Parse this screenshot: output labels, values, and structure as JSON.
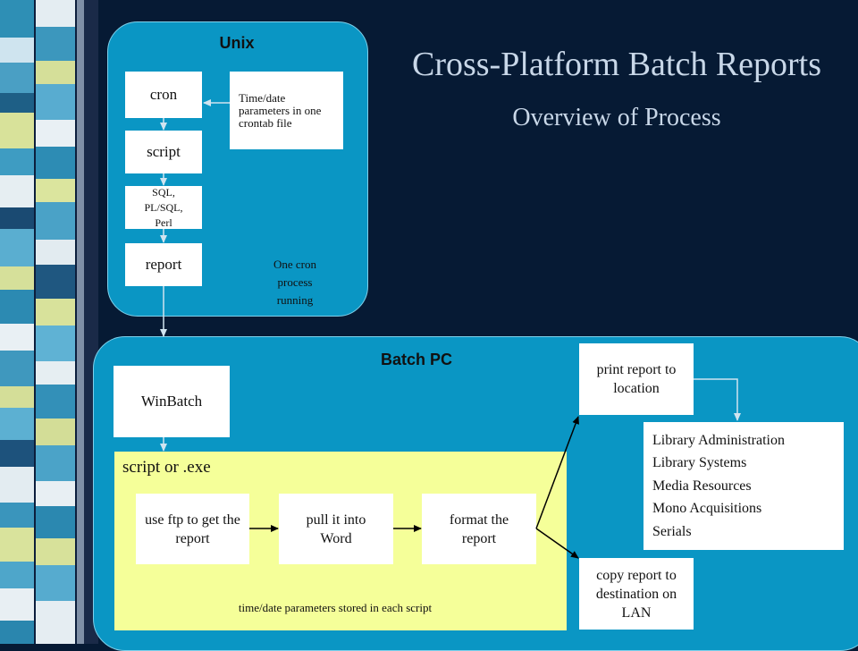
{
  "title": "Cross-Platform Batch Reports",
  "subtitle": "Overview of Process",
  "unix": {
    "heading": "Unix",
    "cron": "cron",
    "params_note": "Time/date parameters in one crontab file",
    "script": "script",
    "languages": "SQL, PL/SQL, Perl",
    "report": "report",
    "process_note": "One cron process running"
  },
  "batch_pc": {
    "heading": "Batch PC",
    "winbatch": "WinBatch",
    "script_label": "script or .exe",
    "step_ftp": "use ftp to get the report",
    "step_word": "pull it into Word",
    "step_format": "format the report",
    "params_note": "time/date parameters stored in each script",
    "print": "print report to location",
    "copy": "copy report to destination on LAN",
    "destinations": [
      "Library Administration",
      "Library Systems",
      "Media Resources",
      "Mono Acquisitions",
      "Serials"
    ]
  },
  "colors": {
    "background": "#061a34",
    "panel": "#0a96c4",
    "script_area": "#f5ff99",
    "title_text": "#c8d7e8"
  }
}
